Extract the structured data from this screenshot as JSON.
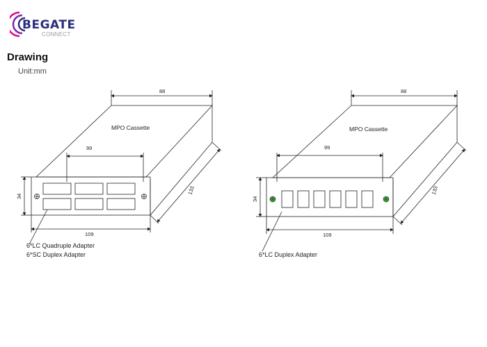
{
  "brand": {
    "name": "BEGATE",
    "tagline": "CONNECT"
  },
  "section_title": "Drawing",
  "unit_label": "Unit:mm",
  "left_drawing": {
    "cassette_label": "MPO Cassette",
    "dim_top": "88",
    "dim_inner": "99",
    "dim_height": "34",
    "dim_width": "109",
    "dim_depth": "133",
    "callout_line1": "6*LC Quadruple Adapter",
    "callout_line2": "6*SC Duplex  Adapter"
  },
  "right_drawing": {
    "cassette_label": "MPO Cassette",
    "dim_top": "88",
    "dim_inner": "99",
    "dim_height": "34",
    "dim_width": "109",
    "dim_depth": "133",
    "callout_line1": "6*LC Duplex Adapter"
  },
  "colors": {
    "brand": "#2b2e7c",
    "screw": "#3aa53a",
    "line": "#222222"
  }
}
